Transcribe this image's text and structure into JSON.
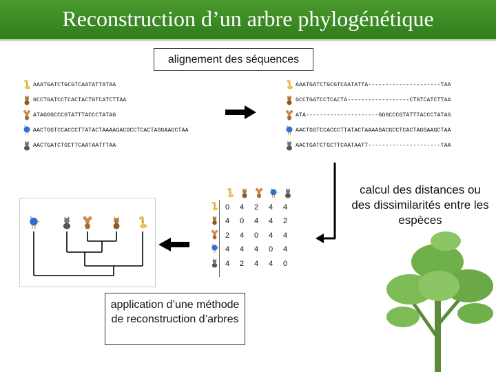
{
  "slide": {
    "title": "Reconstruction d’un arbre phylogénétique",
    "align_label": "alignement des séquences",
    "distance_label": "calcul des distances ou des dissimilarités entre les espèces",
    "method_label": "application d’une méthode de reconstruction d’arbres"
  },
  "species_icons": [
    "giraffe-cartoon-icon",
    "cat-cartoon-icon",
    "jerry-mouse-icon",
    "blue-bird-icon",
    "gray-raccoon-icon"
  ],
  "raw_sequences": [
    "AAATGATCTGCGTCAATATTATAA",
    "GCCTGATCCTCACTACTGTCATCTTAA",
    "ATAGGGCCCGTATTTACCCTATAG",
    "AACTGGTCCACCCTTATACTAAAAGACGCCTCACTAGGAAGCTAA",
    "AACTGATCTGCTTCAATAATTTAA"
  ],
  "aligned_sequences": [
    "AAATGATCTGCGTCAATATTA---------------------TAA",
    "GCCTGATCCTCACTA------------------CTGTCATCTTAA",
    "ATA---------------------GGGCCCGTATTTACCCTATAG",
    "AACTGGTCCACCCTTATACTAAAAGACGCCTCACTAGGAAGCTAA",
    "AACTGATCTGCTTCAATAATT---------------------TAA"
  ],
  "distance_matrix": [
    [
      "0",
      "4",
      "2",
      "4",
      "4"
    ],
    [
      "4",
      "0",
      "4",
      "4",
      "2"
    ],
    [
      "2",
      "4",
      "0",
      "4",
      "4"
    ],
    [
      "4",
      "4",
      "4",
      "0",
      "4"
    ],
    [
      "4",
      "2",
      "4",
      "4",
      "0"
    ]
  ],
  "tree_leaf_order": [
    "blue-bird-icon",
    "gray-raccoon-icon",
    "jerry-mouse-icon",
    "cat-cartoon-icon",
    "giraffe-cartoon-icon"
  ],
  "colors": {
    "title_bg": "#3b8a25",
    "arrow": "#000000",
    "giraffe": "#e8c35a",
    "bird": "#2f6fd6"
  }
}
